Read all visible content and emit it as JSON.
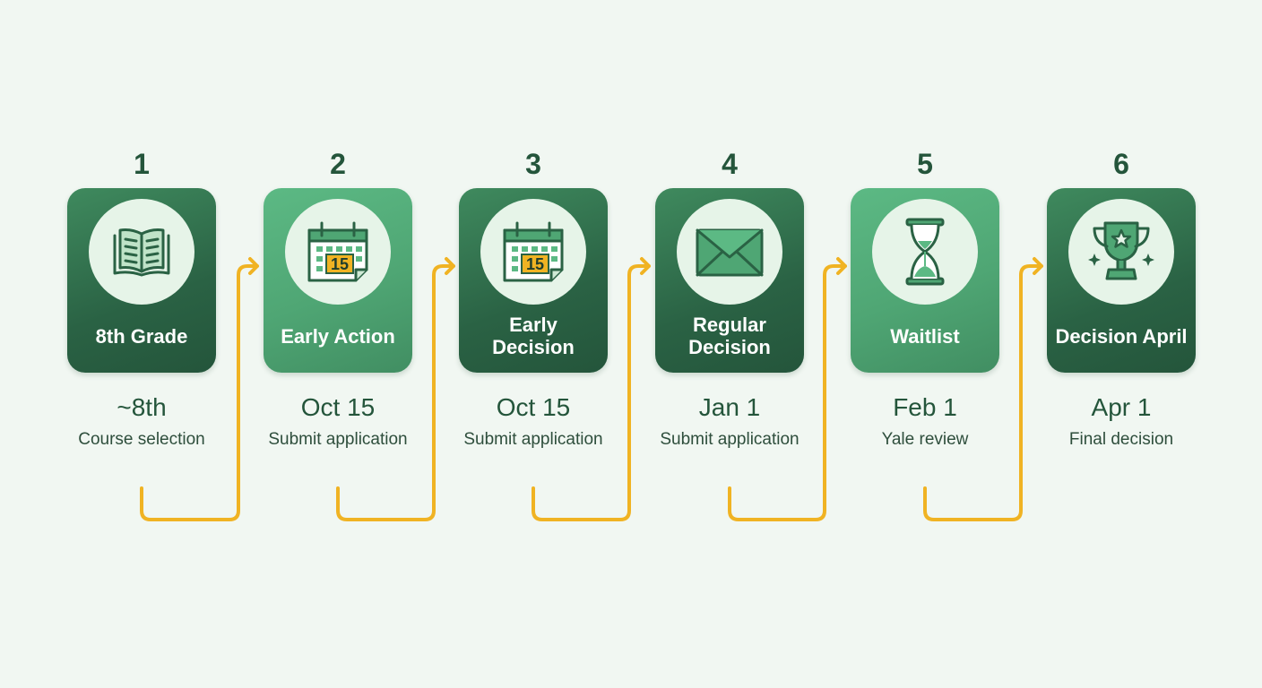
{
  "colors": {
    "background": "#f1f7f2",
    "card_dark": "#2a6244",
    "card_light": "#4fa674",
    "icon_circle": "#e6f4e8",
    "icon_stroke": "#2a6244",
    "accent_yellow": "#f0b323",
    "text_dark": "#24553b"
  },
  "steps": [
    {
      "number": "1",
      "title": "8th Grade",
      "date": "~8th",
      "description": "Course selection",
      "icon": "open-book-icon",
      "tone": "dark"
    },
    {
      "number": "2",
      "title": "Early Action",
      "date": "Oct 15",
      "description": "Submit application",
      "icon": "calendar-icon",
      "icon_text": "15",
      "tone": "light"
    },
    {
      "number": "3",
      "title": "Early Decision",
      "date": "Oct 15",
      "description": "Submit application",
      "icon": "calendar-icon",
      "icon_text": "15",
      "tone": "dark"
    },
    {
      "number": "4",
      "title": "Regular Decision",
      "date": "Jan 1",
      "description": "Submit application",
      "icon": "envelope-icon",
      "tone": "dark"
    },
    {
      "number": "5",
      "title": "Waitlist",
      "date": "Feb 1",
      "description": "Yale review",
      "icon": "hourglass-icon",
      "tone": "light"
    },
    {
      "number": "6",
      "title": "Decision April",
      "date": "Apr 1",
      "description": "Final decision",
      "icon": "trophy-icon",
      "tone": "dark"
    }
  ]
}
